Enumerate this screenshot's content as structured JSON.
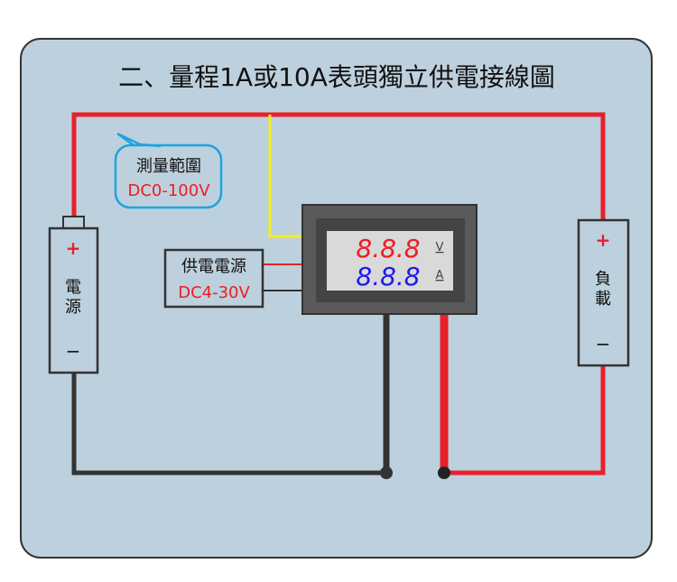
{
  "title": "二、量程1A或10A表頭獨立供電接線圖",
  "bubble": {
    "line1": "測量範圍",
    "line2": "DC0-100V"
  },
  "supply": {
    "line1": "供電電源",
    "line2": "DC4-30V"
  },
  "source": {
    "plus": "+",
    "label1": "電",
    "label2": "源",
    "minus": "−"
  },
  "load": {
    "plus": "+",
    "label1": "負",
    "label2": "載",
    "minus": "−"
  },
  "meter": {
    "volt_digits": "8.8.8",
    "amp_digits": "8.8.8",
    "volt_unit": "V",
    "amp_unit": "A"
  },
  "colors": {
    "background": "#bdd0dd",
    "red": "#e8202a",
    "black": "#333333",
    "yellow": "#f5ee1d",
    "bubble": "#1fa3e2",
    "volt": "#ee1c24",
    "amp": "#1a1aef"
  }
}
